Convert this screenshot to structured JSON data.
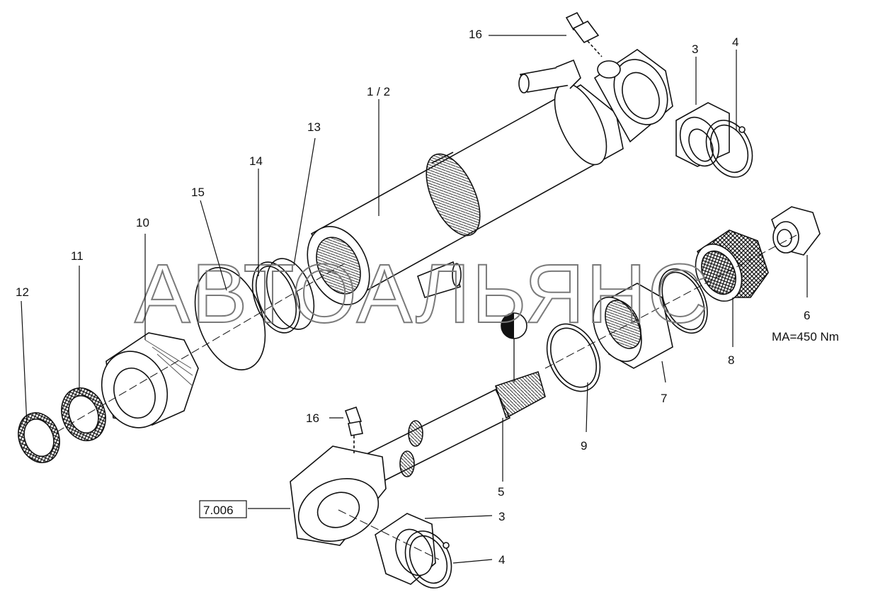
{
  "watermark": "АВТОАЛЬЯНС",
  "callouts": {
    "c16_top": "16",
    "c3_top": "3",
    "c4_top": "4",
    "c12": "1 / 2",
    "c13": "13",
    "c14": "14",
    "c15": "15",
    "c10": "10",
    "c11": "11",
    "c12b": "12",
    "c6": "6",
    "c6_torque": "MA=450 Nm",
    "c8": "8",
    "c7": "7",
    "c9": "9",
    "c5": "5",
    "c16_bot": "16",
    "c7006": "7.006",
    "c3_bot": "3",
    "c4_bot": "4"
  },
  "colors": {
    "line": "#111111",
    "hatch": "#444444",
    "marker_dark": "#111111",
    "watermark": "#7a7a7a"
  }
}
